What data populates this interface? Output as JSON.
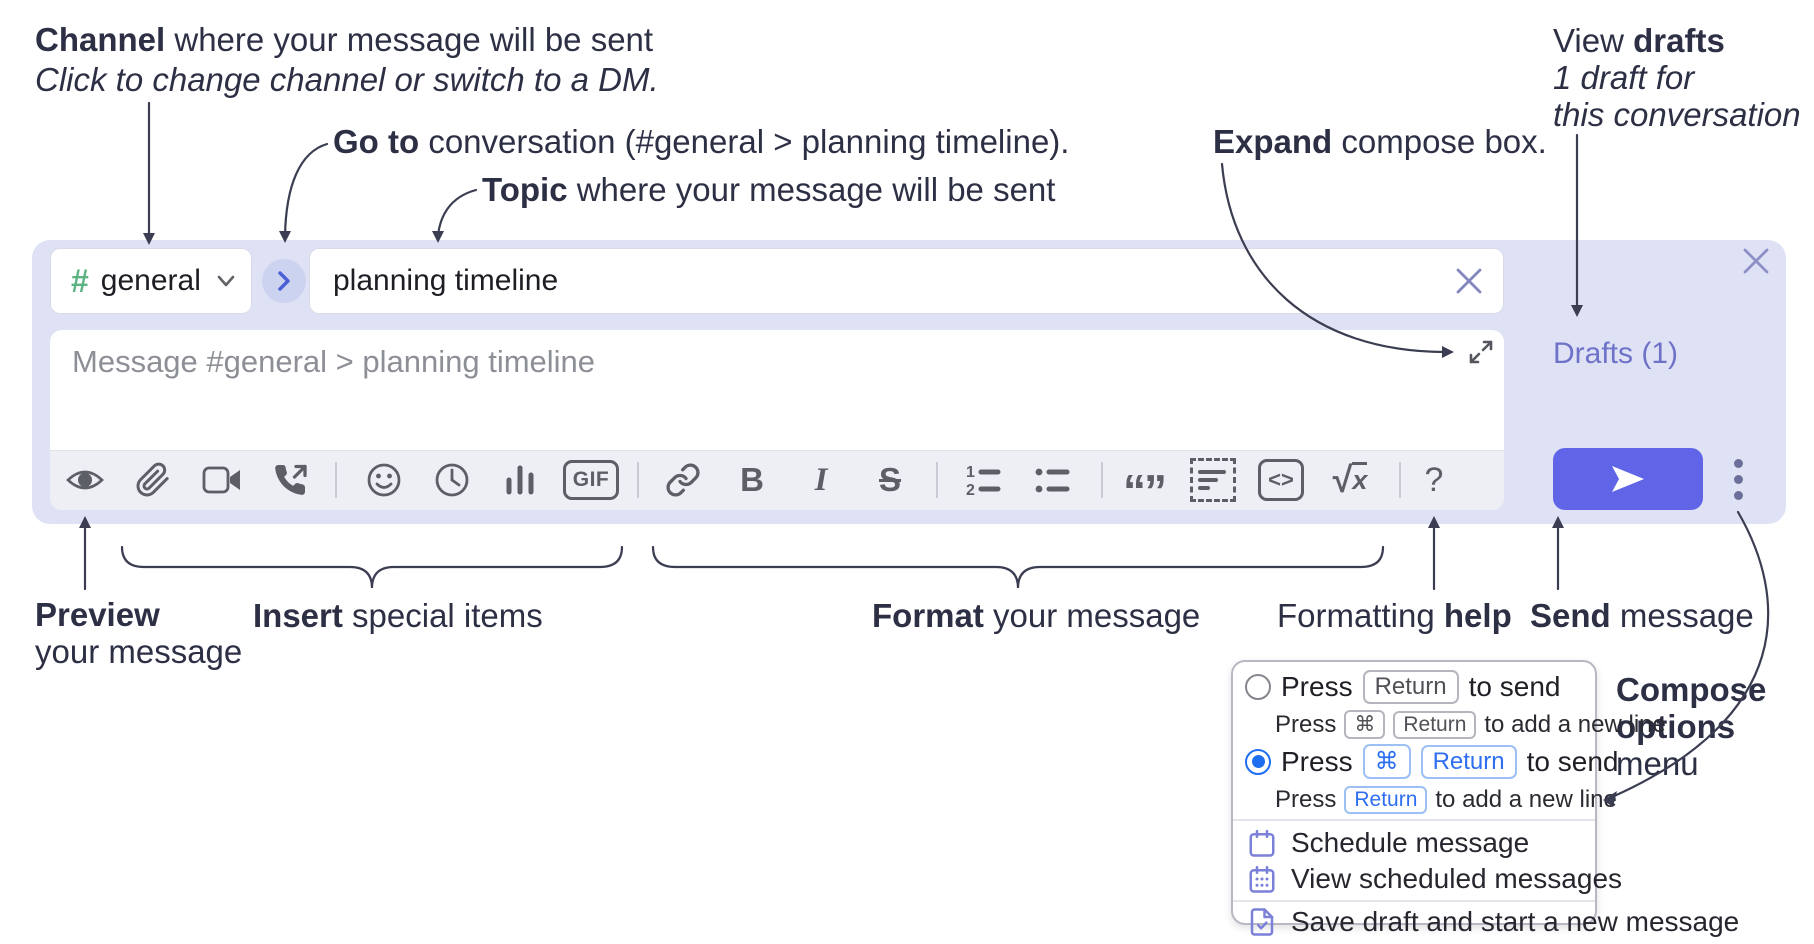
{
  "annotations": {
    "channel": {
      "bold": "Channel",
      "rest": " where your message will be sent",
      "line2": "Click to change channel or switch to a DM."
    },
    "goto": {
      "bold": "Go to",
      "rest": " conversation (#general > planning timeline)."
    },
    "topic": {
      "bold": "Topic",
      "rest": " where your message will be sent"
    },
    "expand": {
      "bold": "Expand",
      "rest": " compose box."
    },
    "view_drafts": {
      "pre": "View ",
      "bold": "drafts",
      "line2": "1 draft for",
      "line3": "this conversation"
    },
    "preview": {
      "bold": "Preview",
      "line2": "your message"
    },
    "insert": {
      "bold": "Insert",
      "rest": " special items"
    },
    "format": {
      "bold": "Format",
      "rest": " your message"
    },
    "help": {
      "pre": "Formatting ",
      "bold": "help"
    },
    "send": {
      "bold": "Send",
      "rest": " message"
    },
    "compose_options": {
      "line1": "Compose",
      "line2": "options",
      "line3": "menu"
    }
  },
  "composer": {
    "channel": {
      "hash": "#",
      "name": "general"
    },
    "topic_value": "planning timeline",
    "message_placeholder": "Message #general > planning timeline",
    "drafts_link": "Drafts (1)",
    "toolbar": {
      "icons": [
        "preview-eye",
        "paperclip",
        "video",
        "phone-call",
        "emoji",
        "clock",
        "poll",
        "gif",
        "link",
        "bold",
        "italic",
        "strikethrough",
        "ordered-list",
        "bulleted-list",
        "blockquote",
        "code-block",
        "inline-code",
        "formula",
        "help"
      ],
      "gif_label": "GIF",
      "bold_glyph": "B",
      "italic_glyph": "I",
      "strike_glyph": "S",
      "quote_glyph": "“”",
      "code_glyph": "<>",
      "formula_radical": "√",
      "formula_var": "x",
      "help_glyph": "?",
      "ol_1": "1",
      "ol_2": "2"
    }
  },
  "popup": {
    "option1": {
      "press": "Press",
      "key": "Return",
      "suffix": "to send",
      "sub_press": "Press",
      "sub_key1": "⌘",
      "sub_key2": "Return",
      "sub_suffix": "to add a new line"
    },
    "option2": {
      "press": "Press",
      "key1": "⌘",
      "key2": "Return",
      "suffix": "to send",
      "sub_press": "Press",
      "sub_key": "Return",
      "sub_suffix": "to add a new line"
    },
    "items": [
      {
        "label": "Schedule message"
      },
      {
        "label": "View scheduled messages"
      },
      {
        "label": "Save draft and start a new message"
      }
    ]
  },
  "colors": {
    "container": "#dfe2f4",
    "send_button": "#6065e8",
    "drafts_link": "#6e72c8",
    "hash_green": "#5bb381",
    "radio_blue": "#1e6ef0",
    "menu_icon_purple": "#7b80d8",
    "annotation_ink": "#2d2f45"
  }
}
